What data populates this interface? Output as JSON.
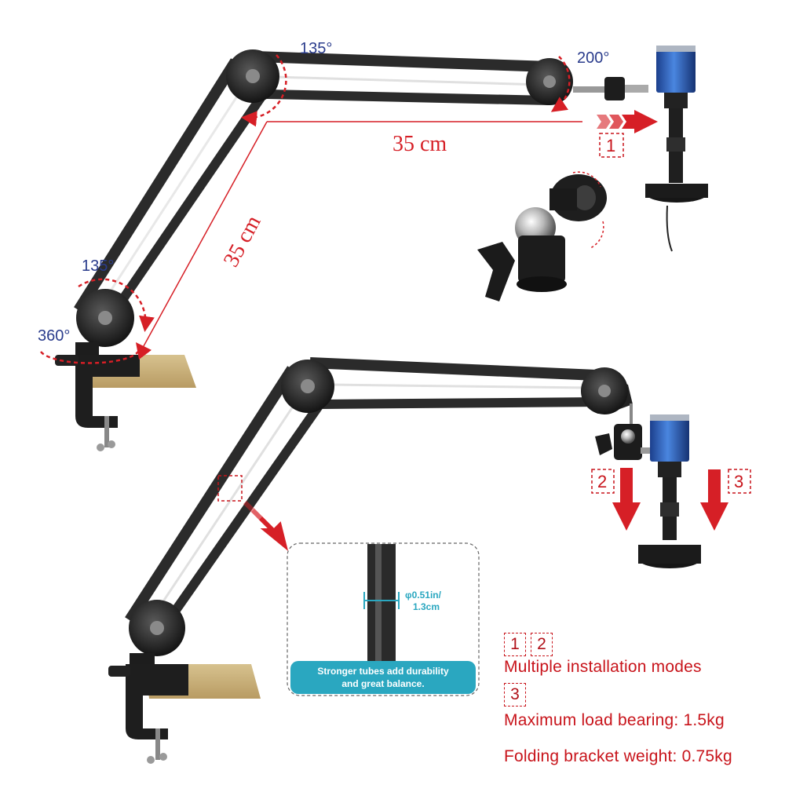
{
  "top_view": {
    "angles": {
      "elbow": "135°",
      "tip": "200°",
      "base": "135°",
      "swivel": "360°"
    },
    "dimensions": {
      "horizontal": "35 cm",
      "diagonal": "35 cm"
    },
    "mode_label": "1"
  },
  "bottom_view": {
    "mode_labels": [
      "2",
      "3"
    ],
    "tube_callout": {
      "diameter_line1": "φ0.51in/",
      "diameter_line2": "1.3cm",
      "caption_line1": "Stronger tubes add durability",
      "caption_line2": "and great balance."
    }
  },
  "features": {
    "modes_badges": [
      "1",
      "2"
    ],
    "modes_text": "Multiple installation modes",
    "load_badge": "3",
    "load_text": "Maximum load bearing: 1.5kg",
    "weight_text": "Folding bracket weight: 0.75kg"
  },
  "colors": {
    "accent_red": "#d61f26",
    "angle_blue": "#2a3c8c",
    "camera_blue": "#2f5fb8",
    "tube_cyan": "#2aa7c0"
  }
}
